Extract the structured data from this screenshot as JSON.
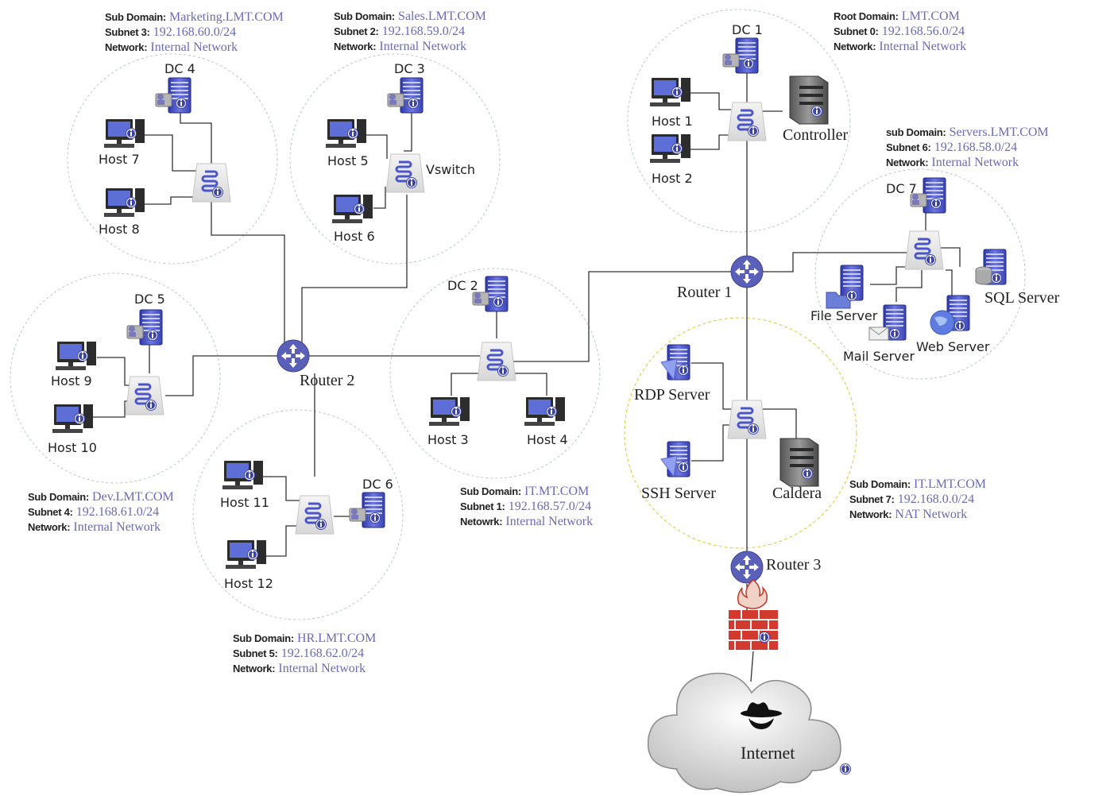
{
  "colors": {
    "router": "#5a5fb8",
    "link": "#333333",
    "zone": "#b9c9c4",
    "nat_zone": "#d8cc3a",
    "info_value": "#6a6ab8",
    "server": "#4b55c7"
  },
  "routers": {
    "r1": "Router 1",
    "r2": "Router 2",
    "r3": "Router 3"
  },
  "switch_label": "Vswitch",
  "devices": {
    "dc1": "DC 1",
    "dc2": "DC 2",
    "dc3": "DC 3",
    "dc4": "DC 4",
    "dc5": "DC 5",
    "dc6": "DC 6",
    "dc7": "DC 7",
    "host1": "Host 1",
    "host2": "Host 2",
    "host3": "Host 3",
    "host4": "Host 4",
    "host5": "Host 5",
    "host6": "Host 6",
    "host7": "Host 7",
    "host8": "Host 8",
    "host9": "Host 9",
    "host10": "Host 10",
    "host11": "Host 11",
    "host12": "Host 12",
    "controller": "Controller",
    "file_server": "File Server",
    "mail_server": "Mail Server",
    "web_server": "Web Server",
    "sql_server": "SQL Server",
    "rdp_server": "RDP Server",
    "ssh_server": "SSH Server",
    "caldera": "Caldera",
    "internet": "Internet"
  },
  "zones": {
    "marketing": {
      "k1": "Sub Domain:",
      "v1": "Marketing.LMT.COM",
      "k2": "Subnet 3:",
      "v2": "192.168.60.0/24",
      "k3": "Network:",
      "v3": "Internal Network"
    },
    "sales": {
      "k1": "Sub Domain:",
      "v1": "Sales.LMT.COM",
      "k2": "Subnet 2:",
      "v2": "192.168.59.0/24",
      "k3": "Network:",
      "v3": "Internal Network"
    },
    "root": {
      "k1": "Root Domain:",
      "v1": "LMT.COM",
      "k2": "Subnet 0:",
      "v2": "192.168.56.0/24",
      "k3": "Network:",
      "v3": "Internal Network"
    },
    "servers": {
      "k1": "sub Domain:",
      "v1": "Servers.LMT.COM",
      "k2": "Subnet 6:",
      "v2": "192.168.58.0/24",
      "k3": "Network:",
      "v3": "Internal Network"
    },
    "dev": {
      "k1": "Sub Domain:",
      "v1": "Dev.LMT.COM",
      "k2": "Subnet 4:",
      "v2": "192.168.61.0/24",
      "k3": "Network:",
      "v3": "Internal Network"
    },
    "it1": {
      "k1": "Sub Domain:",
      "v1": "IT.MT.COM",
      "k2": "Subnet 1:",
      "v2": "192.168.57.0/24",
      "k3": "Netowrk:",
      "v3": "Internal Network"
    },
    "it7": {
      "k1": "Sub Domain:",
      "v1": "IT.LMT.COM",
      "k2": "Subnet 7:",
      "v2": "192.168.0.0/24",
      "k3": "Network:",
      "v3": "NAT Network"
    },
    "hr": {
      "k1": "Sub Domain:",
      "v1": "HR.LMT.COM",
      "k2": "Subnet 5:",
      "v2": "192.168.62.0/24",
      "k3": "Network:",
      "v3": "Internal Network"
    }
  }
}
